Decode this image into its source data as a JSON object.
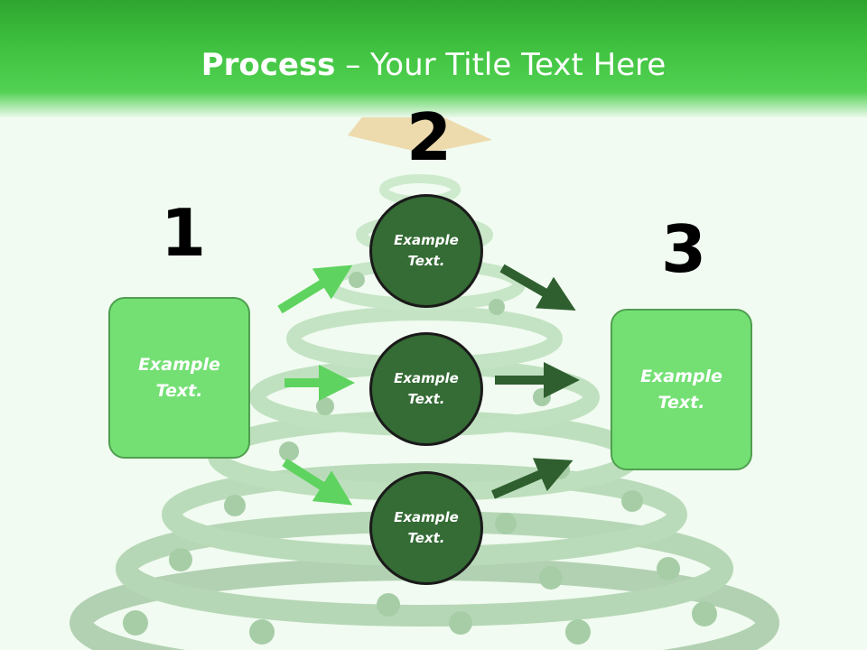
{
  "header": {
    "title_bold": "Process",
    "title_rest": " – Your Title Text Here"
  },
  "steps": [
    {
      "number": "1",
      "text": "Example Text."
    },
    {
      "number": "2",
      "text": [
        "Example Text.",
        "Example Text.",
        "Example Text."
      ]
    },
    {
      "number": "3",
      "text": "Example Text."
    }
  ],
  "colors": {
    "header_green": "#3fc23f",
    "box_fill": "#74e074",
    "circle_fill": "#356b35",
    "arrow_light": "#5fd35f",
    "arrow_dark": "#2f5f2f"
  },
  "background_image": "spiral-christmas-tree"
}
